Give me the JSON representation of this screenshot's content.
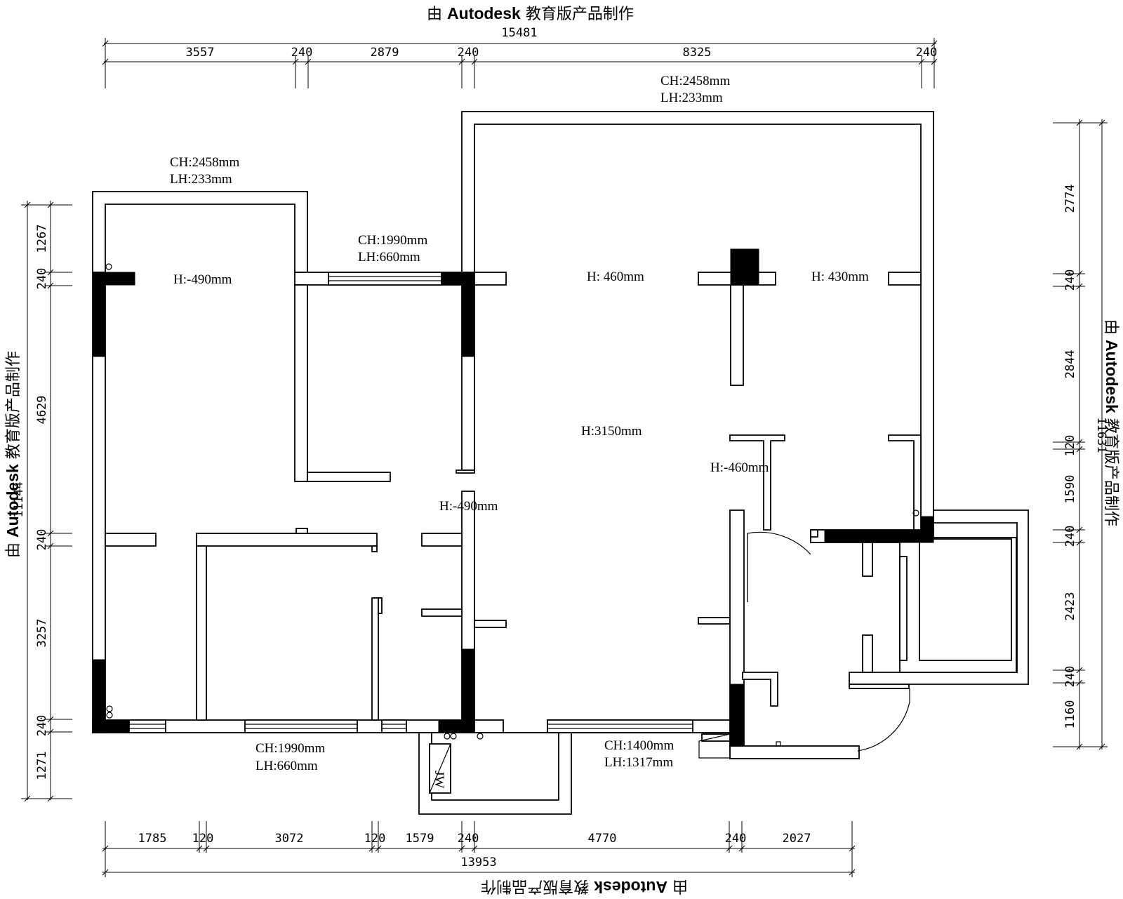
{
  "watermark": {
    "prefix": "由",
    "brand": "Autodesk",
    "suffix": "教育版产品制作"
  },
  "dimensions": {
    "top_total": "15481",
    "top": [
      "3557",
      "240",
      "2879",
      "240",
      "8325",
      "240"
    ],
    "bottom": [
      "1785",
      "120",
      "3072",
      "120",
      "1579",
      "240",
      "4770",
      "240",
      "2027"
    ],
    "bottom_total": "13953",
    "left": [
      "1267",
      "240",
      "4629",
      "240",
      "3257",
      "240",
      "1271"
    ],
    "left_total": "11144",
    "right": [
      "2774",
      "240",
      "2844",
      "120",
      "1590",
      "240",
      "2423",
      "240",
      "1160"
    ],
    "right_total": "11631"
  },
  "annotations": {
    "top_right_ch": "CH:2458mm",
    "top_right_lh": "LH:233mm",
    "top_left_ch": "CH:2458mm",
    "top_left_lh": "LH:233mm",
    "window_top_ch": "CH:1990mm",
    "window_top_lh": "LH:660mm",
    "window_bottom_ch": "CH:1990mm",
    "window_bottom_lh": "LH:660mm",
    "window_right_ch": "CH:1400mm",
    "window_right_lh": "LH:1317mm",
    "h_bedroom": "H:-490mm",
    "h_corridor": "H:-490mm",
    "h_beam_1": "H: 460mm",
    "h_beam_2": "H: 430mm",
    "h_living": "H:3150mm",
    "h_kitchen": "H:-460mm",
    "balcony_label": "JW"
  }
}
